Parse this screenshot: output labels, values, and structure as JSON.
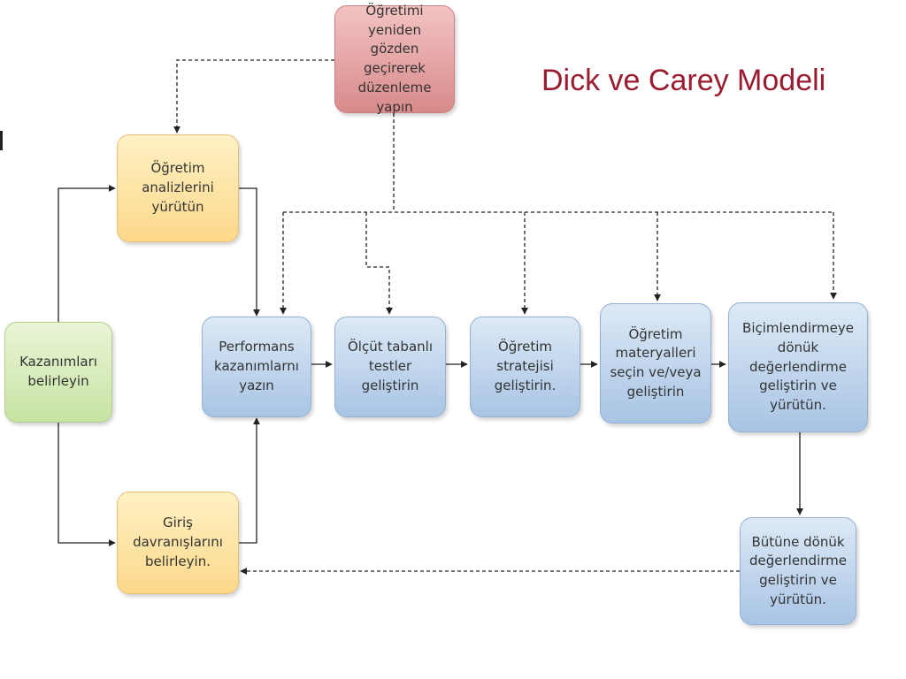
{
  "title": "Dick ve Carey Modeli",
  "colors": {
    "title": "#9b1b30",
    "revise_box": "#e6a6a6",
    "analysis_box": "#fde3a0",
    "goals_box": "#d7ecbd",
    "process_box": "#b7cfe9",
    "line": "#222222"
  },
  "boxes": {
    "revise": "Öğretimi yeniden\ngözden geçirerek\ndüzenleme yapın",
    "analysis": "Öğretim\nanalizlerini\nyürütün",
    "goals": "Kazanımları\nbelirleyin",
    "entry": "Giriş\ndavranışlarını\nbelirleyin.",
    "objectives": "Performans\nkazanımlarnı\nyazın",
    "tests": "Ölçüt tabanlı\ntestler geliştirin",
    "strategy": "Öğretim\nstratejisi\ngeliştirin.",
    "materials": "Öğretim\nmateryalleri\nseçin ve/veya\ngeliştirin",
    "formative": "Biçimlendirmeye\ndönük değerlendirme\ngeliştirin ve yürütün.",
    "summative": "Bütüne dönük\ndeğerlendirme\ngeliştirin ve\nyürütün."
  }
}
